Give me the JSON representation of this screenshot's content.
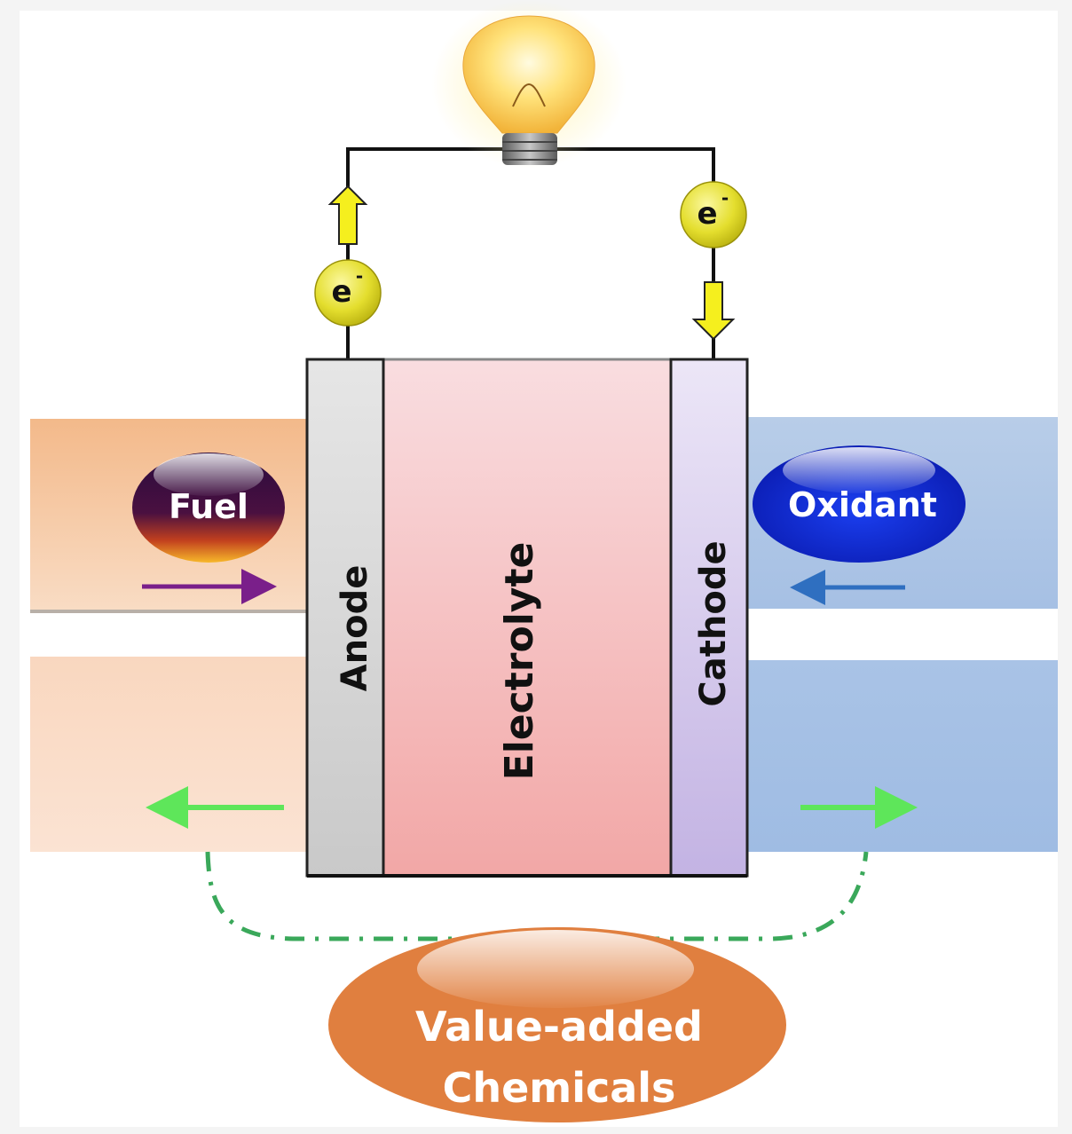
{
  "diagram": {
    "components": {
      "anode": "Anode",
      "electrolyte": "Electrolyte",
      "cathode": "Cathode"
    },
    "inputs": {
      "fuel": "Fuel",
      "oxidant": "Oxidant"
    },
    "output": {
      "line1": "Value-added",
      "line2": "Chemicals"
    },
    "electrons": {
      "symbol": "e",
      "charge": "-"
    },
    "colors": {
      "fuel_stream": "#f6c9a2",
      "oxidant_stream": "#a7c1e4",
      "electrolyte": "#f4b6b6",
      "cathode": "#d4c8ec",
      "anode": "#d2d2d2",
      "fuel_arrow": "#7a1f8a",
      "oxidant_arrow": "#2f6fc0",
      "product_arrow": "#5ee65a",
      "product_blob": "#e07f3f",
      "electron_ball": "#e8e233"
    }
  }
}
